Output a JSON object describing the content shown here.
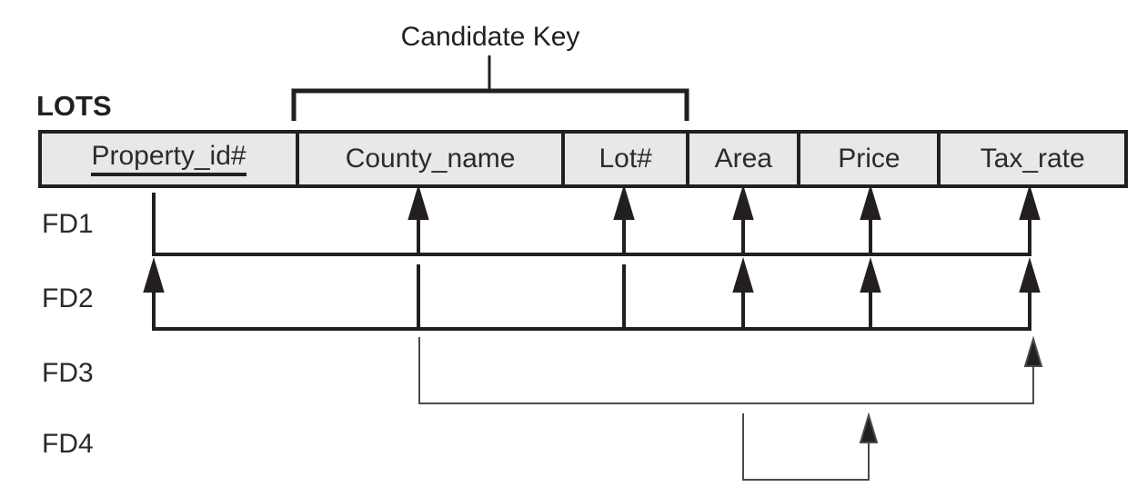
{
  "annotations": {
    "candidate_key": "Candidate Key"
  },
  "table": {
    "name": "LOTS",
    "columns": [
      "Property_id#",
      "County_name",
      "Lot#",
      "Area",
      "Price",
      "Tax_rate"
    ],
    "primary_key_column": "Property_id#"
  },
  "fds": [
    {
      "label": "FD1",
      "lhs": [
        "Property_id#"
      ],
      "rhs": [
        "County_name",
        "Lot#",
        "Area",
        "Price",
        "Tax_rate"
      ]
    },
    {
      "label": "FD2",
      "lhs": [
        "County_name",
        "Lot#"
      ],
      "rhs": [
        "Property_id#",
        "Area",
        "Price",
        "Tax_rate"
      ]
    },
    {
      "label": "FD3",
      "lhs": [
        "County_name"
      ],
      "rhs": [
        "Tax_rate"
      ]
    },
    {
      "label": "FD4",
      "lhs": [
        "Area"
      ],
      "rhs": [
        "Price"
      ]
    }
  ],
  "colors": {
    "line_primary": "#231f20",
    "line_secondary": "#4a4a4a",
    "header_fill": "#e7e8e9",
    "text": "#231f20",
    "background": "#ffffff"
  }
}
